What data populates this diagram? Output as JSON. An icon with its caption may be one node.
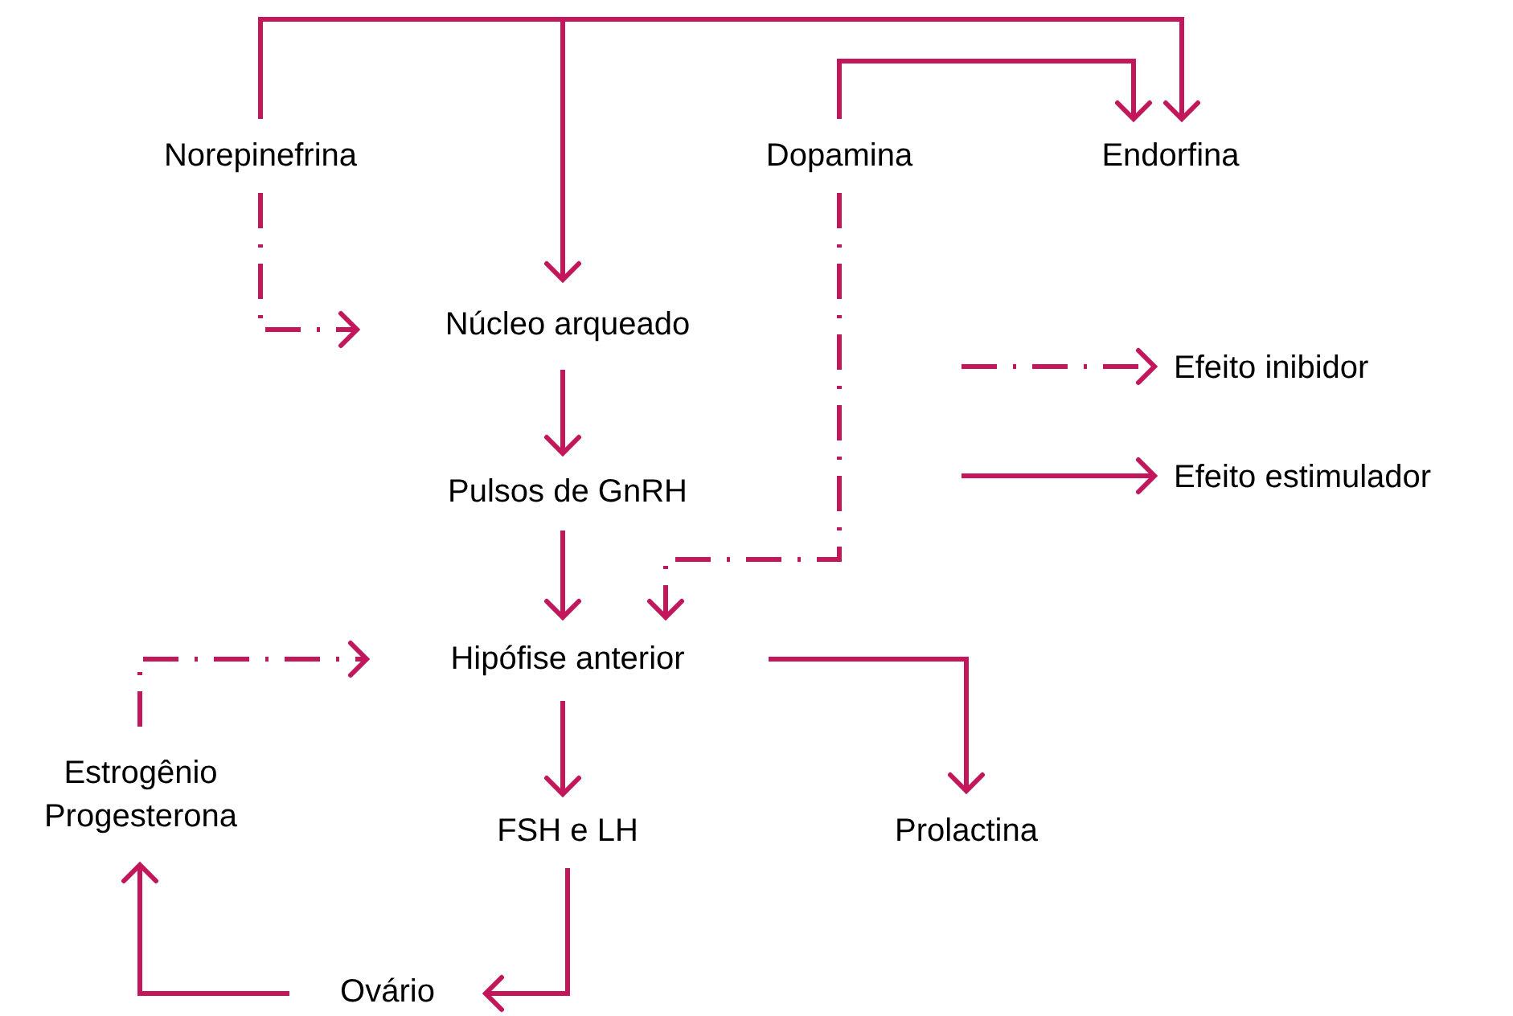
{
  "diagram": {
    "nodes": [
      {
        "text": [
          "Norepinefrina"
        ]
      },
      {
        "text": [
          "Núcleo arqueado"
        ]
      },
      {
        "text": [
          "Dopamina"
        ]
      },
      {
        "text": [
          "Endorfina"
        ]
      },
      {
        "text": [
          "Pulsos de GnRH"
        ]
      },
      {
        "text": [
          "Hipófise anterior"
        ]
      },
      {
        "text": [
          "Estrogênio Progesterona"
        ]
      },
      {
        "text": [
          "FSH e LH"
        ]
      },
      {
        "text": [
          "Prolactina"
        ]
      },
      {
        "text": [
          "Ovário"
        ]
      }
    ],
    "edges": [
      {
        "from": 0,
        "to": 1,
        "arrow": "to"
      },
      {
        "from": 0,
        "to": 3,
        "arrow": "to"
      },
      {
        "from": 0,
        "to": 1,
        "arrow": "to",
        "style": "dashed"
      },
      {
        "from": 2,
        "to": 3,
        "arrow": "to"
      },
      {
        "from": 2,
        "to": 5,
        "arrow": "to",
        "style": "dashed"
      },
      {
        "from": 1,
        "to": 4,
        "arrow": "to"
      },
      {
        "from": 4,
        "to": 5,
        "arrow": "to"
      },
      {
        "from": 5,
        "to": 7,
        "arrow": "to"
      },
      {
        "from": 5,
        "to": 8,
        "arrow": "to"
      },
      {
        "from": 6,
        "to": 5,
        "arrow": "to",
        "style": "dashed"
      },
      {
        "from": 7,
        "to": 9,
        "arrow": "to"
      },
      {
        "from": 9,
        "to": 6,
        "arrow": "to"
      }
    ],
    "legend": [
      {
        "text": "Efeito inibidor"
      },
      {
        "text": "Efeito estimulador"
      }
    ]
  }
}
